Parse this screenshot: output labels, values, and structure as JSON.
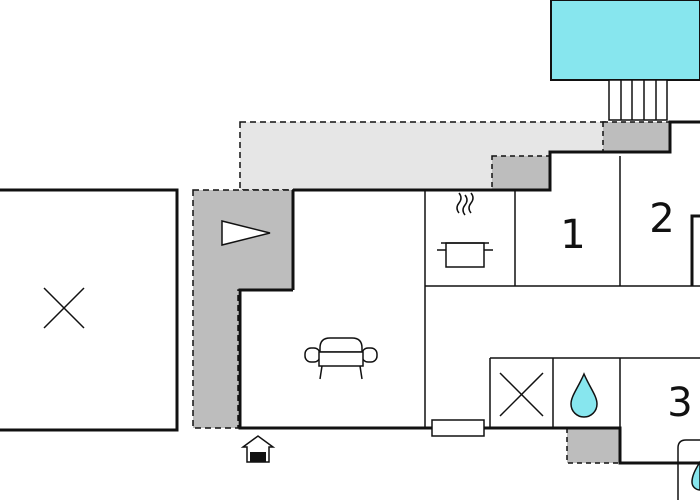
{
  "colors": {
    "wall": "#111111",
    "terrace": "#e6e6e6",
    "covered": "#bdbdbd",
    "pool": "#87e6ee",
    "water": "#87e6ee",
    "background": "#ffffff"
  },
  "rooms": [
    {
      "id": "bedroom-1",
      "label": "1"
    },
    {
      "id": "bedroom-2",
      "label": "2"
    },
    {
      "id": "bedroom-3",
      "label": "3"
    }
  ],
  "icons": {
    "kitchen": "cooking-pot-icon",
    "living": "sofa-icon",
    "utility": "cross-icon",
    "bathroom": "water-drop-icon",
    "annex": "cross-icon",
    "entrance": "entrance-house-icon",
    "direction": "triangle-pointer-icon"
  }
}
